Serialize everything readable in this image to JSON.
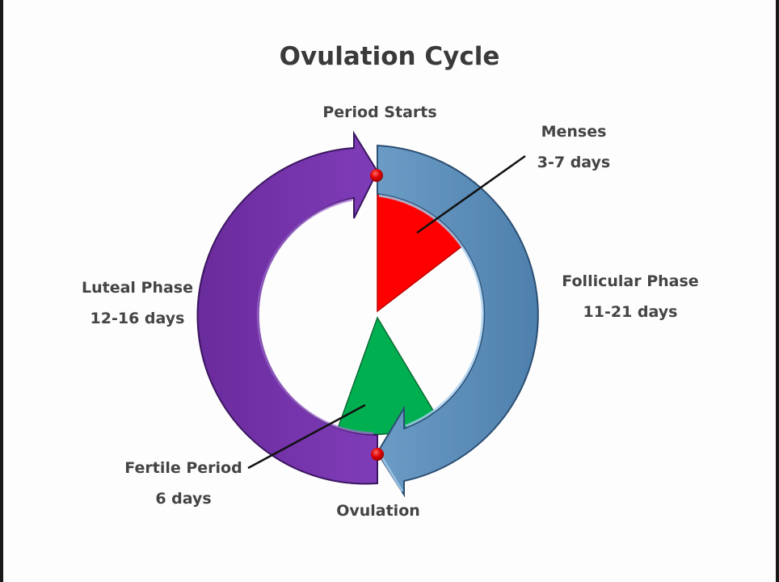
{
  "title": "Ovulation Cycle",
  "colors": {
    "luteal_arrow": "#7030a0",
    "follicular_arrow": "#5b8db8",
    "menses_wedge": "#ff0000",
    "fertile_wedge": "#00b050",
    "marker_dot": "#e00000",
    "text": "#444444"
  },
  "markers": {
    "top": "Period Starts",
    "bottom": "Ovulation"
  },
  "phases": {
    "follicular": {
      "name": "Follicular Phase",
      "duration": "11-21 days"
    },
    "luteal": {
      "name": "Luteal Phase",
      "duration": "12-16 days"
    }
  },
  "segments": {
    "menses": {
      "name": "Menses",
      "duration": "3-7 days"
    },
    "fertile": {
      "name": "Fertile Period",
      "duration": "6 days"
    }
  }
}
